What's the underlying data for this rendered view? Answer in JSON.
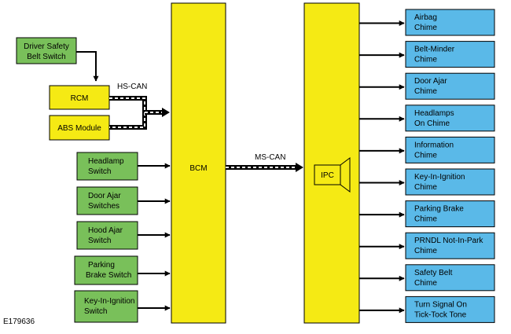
{
  "colors": {
    "green": "#79c05a",
    "yellow": "#f5ea14",
    "blue": "#5ab9e8",
    "stroke": "#000000"
  },
  "modules": {
    "bcm": "BCM",
    "ipc": "IPC",
    "rcm": "RCM",
    "abs": "ABS Module"
  },
  "buses": {
    "hs_can": "HS-CAN",
    "ms_can": "MS-CAN"
  },
  "inputs": {
    "driver_belt": [
      "Driver Safety",
      "Belt Switch"
    ],
    "headlamp": [
      "Headlamp",
      "Switch"
    ],
    "door_ajar": [
      "Door Ajar",
      "Switches"
    ],
    "hood_ajar": [
      "Hood Ajar",
      "Switch"
    ],
    "parking_brake": [
      "Parking",
      "Brake Switch"
    ],
    "key_in_ignition": [
      "Key-In-Ignition",
      "Switch"
    ]
  },
  "outputs": [
    [
      "Airbag",
      "Chime"
    ],
    [
      "Belt-Minder",
      "Chime"
    ],
    [
      "Door Ajar",
      "Chime"
    ],
    [
      "Headlamps",
      "On Chime"
    ],
    [
      "Information",
      "Chime"
    ],
    [
      "Key-In-Ignition",
      "Chime"
    ],
    [
      "Parking Brake",
      "Chime"
    ],
    [
      "PRNDL Not-In-Park",
      "Chime"
    ],
    [
      "Safety Belt",
      "Chime"
    ],
    [
      "Turn Signal On",
      "Tick-Tock Tone"
    ]
  ],
  "figure_id": "E179636"
}
